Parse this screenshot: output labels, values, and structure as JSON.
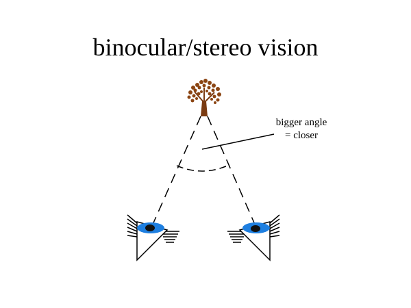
{
  "title": "binocular/stereo vision",
  "annotation": {
    "line1": "bigger angle",
    "line2": "= closer"
  },
  "colors": {
    "tree_trunk": "#7a3b12",
    "tree_leaves": "#8b4513",
    "iris": "#1e7fe0",
    "pupil": "#111111",
    "ink": "#000000"
  },
  "icons": {
    "object": "tree-icon",
    "left_eye": "left-eye-icon",
    "right_eye": "right-eye-icon"
  }
}
